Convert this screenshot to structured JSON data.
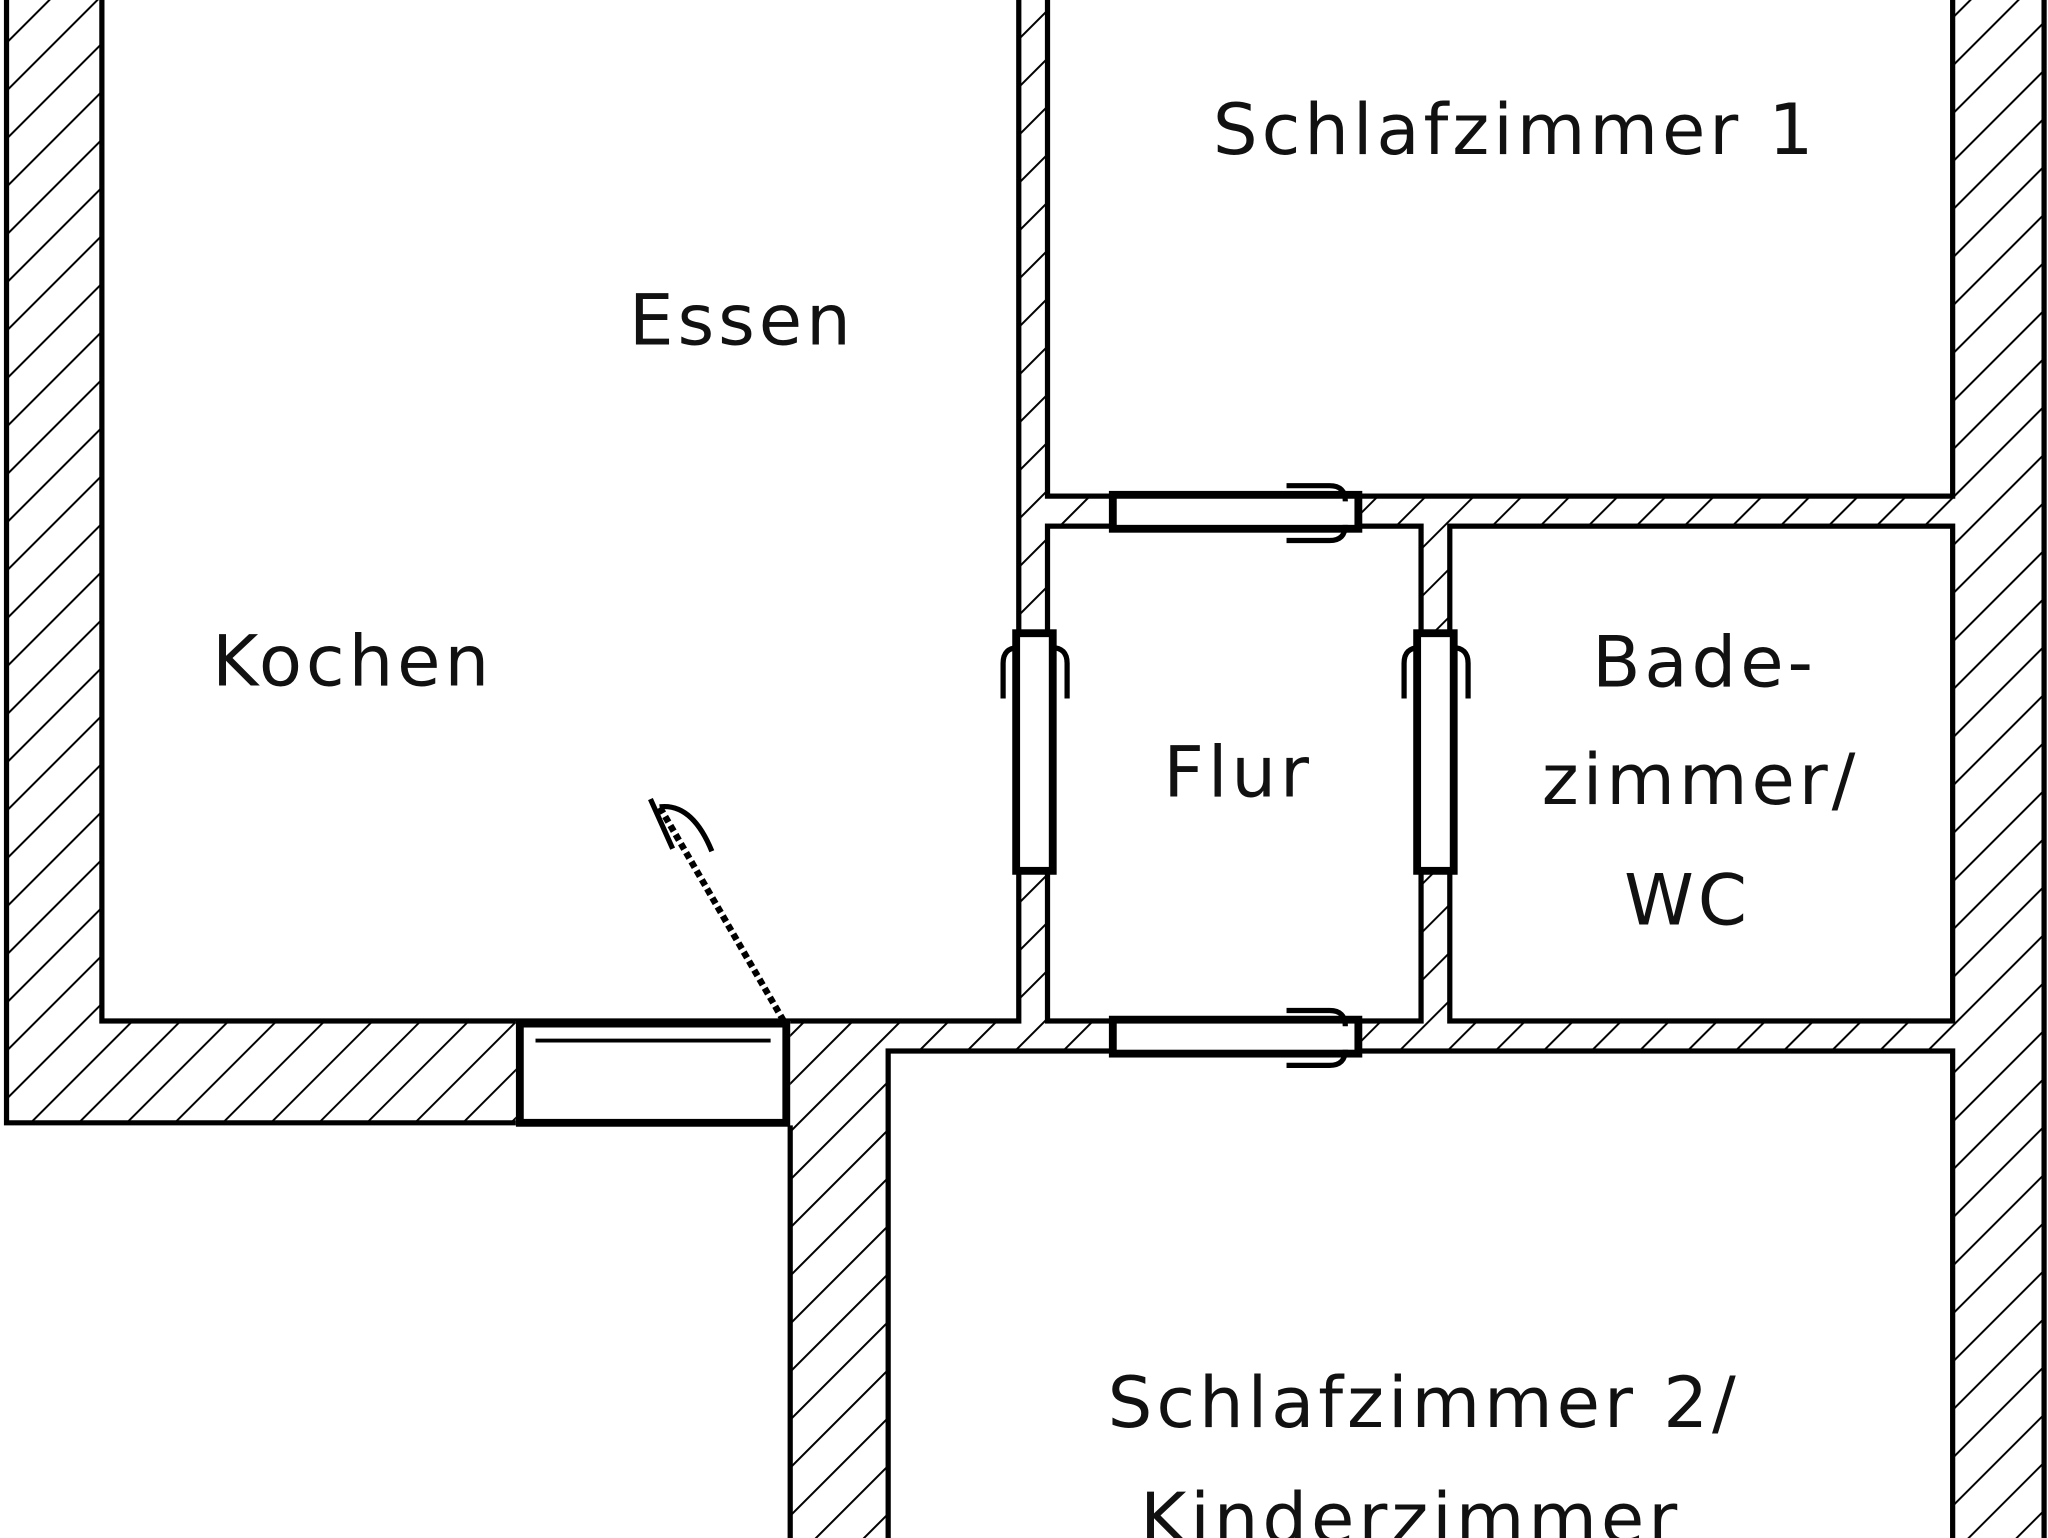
{
  "plan": {
    "rooms": {
      "schlafzimmer1": "Schlafzimmer 1",
      "essen": "Essen",
      "kochen": "Kochen",
      "flur": "Flur",
      "bad_line1": "Bade-",
      "bad_line2": "zimmer/",
      "bad_line3": "WC",
      "schlafzimmer2_line1": "Schlafzimmer 2/",
      "schlafzimmer2_line2": "Kinderzimmer"
    },
    "colors": {
      "line": "#000000",
      "background": "#ffffff"
    }
  }
}
